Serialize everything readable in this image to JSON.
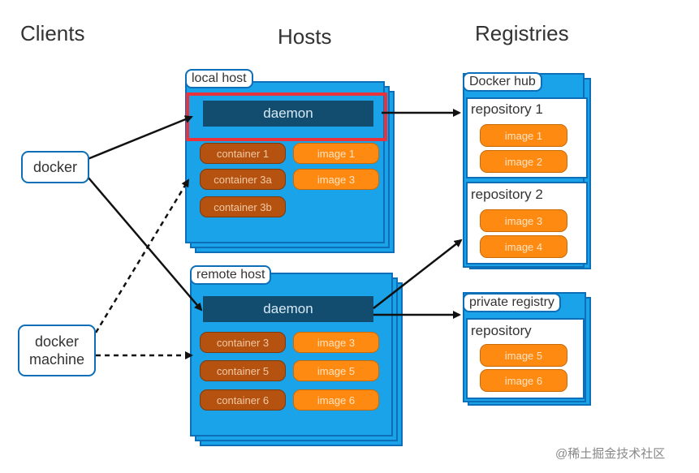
{
  "columns": {
    "clients": "Clients",
    "hosts": "Hosts",
    "registries": "Registries"
  },
  "clients": {
    "docker": "docker",
    "docker_machine_line1": "docker",
    "docker_machine_line2": "machine"
  },
  "local_host": {
    "label": "local host",
    "daemon": "daemon",
    "containers": [
      "container 1",
      "container 3a",
      "container 3b"
    ],
    "images": [
      "image 1",
      "image 3"
    ]
  },
  "remote_host": {
    "label": "remote host",
    "daemon": "daemon",
    "containers": [
      "container 3",
      "container 5",
      "container 6"
    ],
    "images": [
      "image 3",
      "image 5",
      "image 6"
    ]
  },
  "docker_hub": {
    "label": "Docker hub",
    "repositories": [
      {
        "label": "repository 1",
        "images": [
          "image 1",
          "image 2"
        ]
      },
      {
        "label": "repository 2",
        "images": [
          "image 3",
          "image 4"
        ]
      }
    ]
  },
  "private_registry": {
    "label": "private registry",
    "repository": {
      "label": "repository",
      "images": [
        "image 5",
        "image 6"
      ]
    }
  },
  "watermark": "@稀土掘金技术社区",
  "colors": {
    "host_blue": "#1aa3e8",
    "daemon": "#124c6f",
    "container": "#b5520f",
    "image": "#ff8a12",
    "highlight": "#e8323c"
  }
}
